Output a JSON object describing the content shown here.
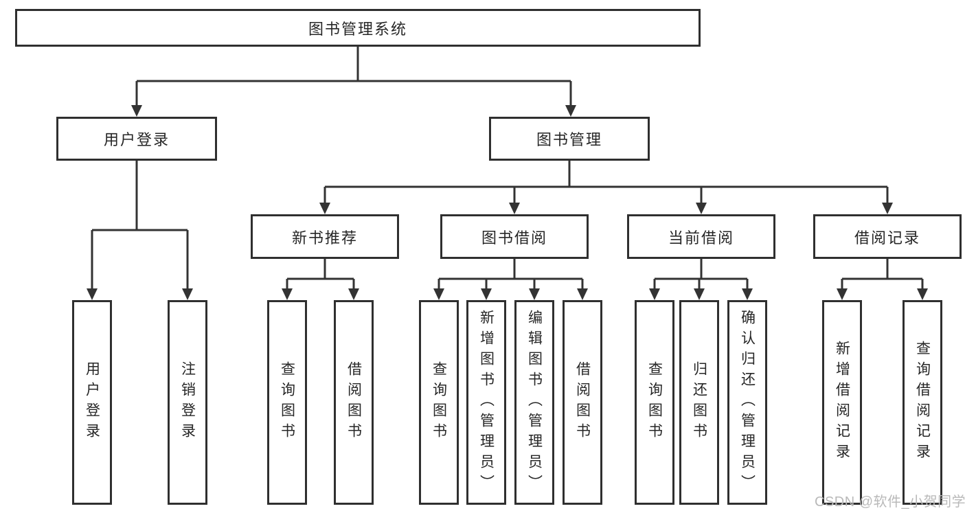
{
  "colors": {
    "line": "#333333",
    "box_border": "#2f2f2f",
    "text": "#262626",
    "watermark": "#b9b9b9",
    "background": "#ffffff"
  },
  "watermark": {
    "text": "CSDN @软件_小贺同学"
  },
  "tree": {
    "root": {
      "label": "图书管理系统"
    },
    "level2": [
      {
        "id": "user-login",
        "label": "用户登录"
      },
      {
        "id": "book-management",
        "label": "图书管理"
      }
    ],
    "level3": [
      {
        "id": "new-book-recommend",
        "label": "新书推荐"
      },
      {
        "id": "book-borrowing",
        "label": "图书借阅"
      },
      {
        "id": "current-borrowing",
        "label": "当前借阅"
      },
      {
        "id": "borrowing-records",
        "label": "借阅记录"
      }
    ],
    "leaves": [
      {
        "id": "user-login-leaf",
        "label": "用户登录"
      },
      {
        "id": "logout",
        "label": "注销登录"
      },
      {
        "id": "query-books-recommend",
        "label": "查询图书"
      },
      {
        "id": "borrow-books-recommend",
        "label": "借阅图书"
      },
      {
        "id": "query-books-borrowing",
        "label": "查询图书"
      },
      {
        "id": "add-books-admin",
        "label": "新增图书（管理员）"
      },
      {
        "id": "edit-books-admin",
        "label": "编辑图书（管理员）"
      },
      {
        "id": "borrow-books",
        "label": "借阅图书"
      },
      {
        "id": "query-books-current",
        "label": "查询图书"
      },
      {
        "id": "return-books",
        "label": "归还图书"
      },
      {
        "id": "confirm-return-admin",
        "label": "确认归还（管理员）"
      },
      {
        "id": "add-borrow-record",
        "label": "新增借阅记录"
      },
      {
        "id": "query-borrow-record",
        "label": "查询借阅记录"
      }
    ]
  }
}
